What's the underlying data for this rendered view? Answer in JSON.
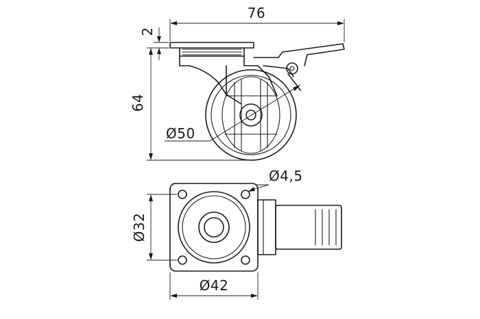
{
  "dimensions": {
    "width_76": "76",
    "plate_2": "2",
    "height_64": "64",
    "wheel_50": "Ø50",
    "hole_4_5": "Ø4,5",
    "bolt_32": "Ø32",
    "plate_42": "Ø42"
  },
  "colors": {
    "line": "#1a1a1a",
    "background": "#ffffff"
  }
}
